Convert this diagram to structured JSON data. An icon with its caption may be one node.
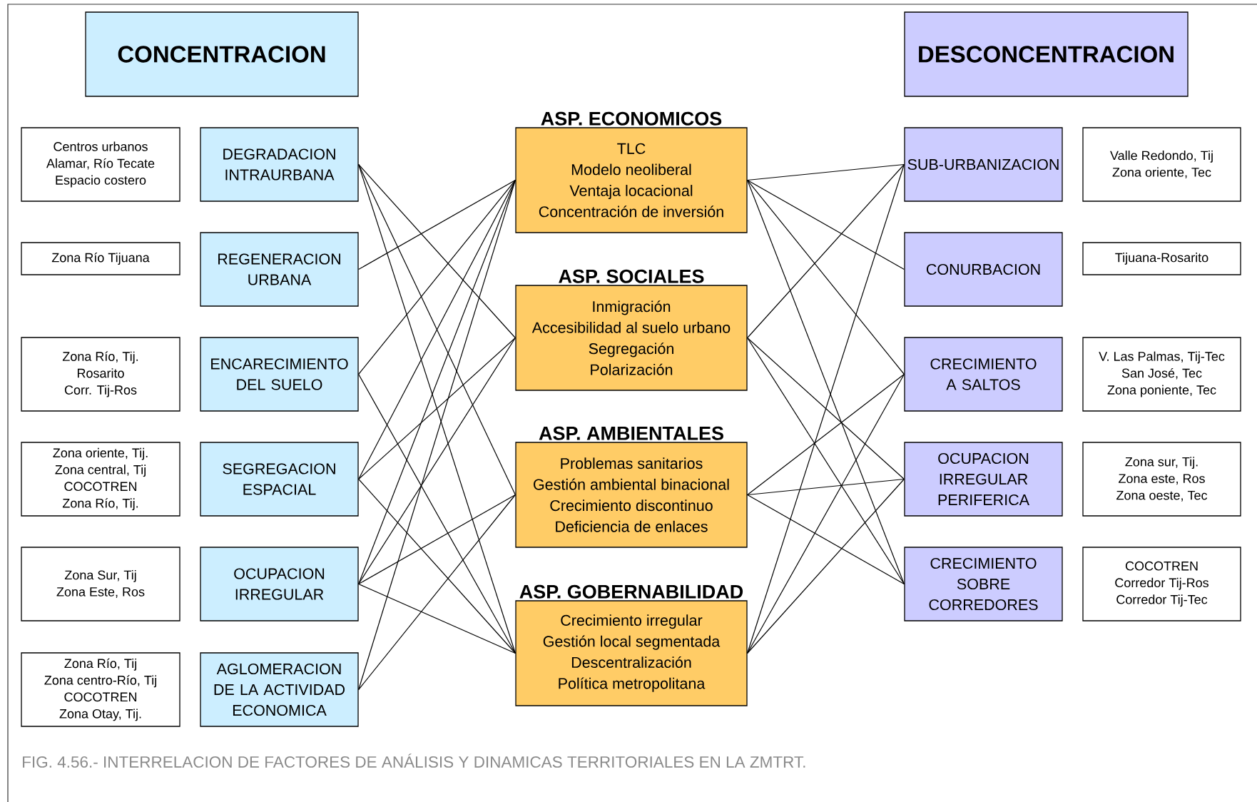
{
  "diagram": {
    "caption": "FIG. 4.56.- INTERRELACION DE FACTORES DE ANÁLISIS Y DINAMICAS TERRITORIALES EN LA ZMTRT.",
    "nodes": [
      {
        "text": [
          "CONCENTRACION"
        ]
      },
      {
        "text": [
          "DESCONCENTRACION"
        ]
      },
      {
        "text": [
          "Centros urbanos",
          "Alamar, Río Tecate",
          "Espacio costero"
        ]
      },
      {
        "text": [
          "Zona Río Tijuana"
        ]
      },
      {
        "text": [
          "Zona Río, Tij.",
          "Rosarito",
          "Corr. Tij-Ros"
        ]
      },
      {
        "text": [
          "Zona oriente, Tij.",
          "Zona central, Tij",
          "COCOTREN",
          "Zona Río, Tij."
        ]
      },
      {
        "text": [
          "Zona Sur, Tij",
          "Zona Este, Ros"
        ]
      },
      {
        "text": [
          "Zona Río, Tij",
          "Zona centro-Río, Tij",
          "COCOTREN",
          "Zona Otay, Tij."
        ]
      },
      {
        "text": [
          "DEGRADACION INTRAURBANA"
        ]
      },
      {
        "text": [
          "REGENERACION URBANA"
        ]
      },
      {
        "text": [
          "ENCARECIMIENTO DEL SUELO"
        ]
      },
      {
        "text": [
          "SEGREGACION ESPACIAL"
        ]
      },
      {
        "text": [
          "OCUPACION IRREGULAR"
        ]
      },
      {
        "text": [
          "AGLOMERACION DE LA ACTIVIDAD ECONOMICA"
        ]
      },
      {
        "text": [
          "ASP. ECONOMICOS",
          "TLC",
          "Modelo neoliberal",
          "Ventaja locacional",
          "Concentración de inversión"
        ]
      },
      {
        "text": [
          "ASP. SOCIALES",
          "Inmigración",
          "Accesibilidad al suelo urbano",
          "Segregación",
          "Polarización"
        ]
      },
      {
        "text": [
          "ASP. AMBIENTALES",
          "Problemas sanitarios",
          "Gestión ambiental binacional",
          "Crecimiento discontinuo",
          "Deficiencia de enlaces"
        ]
      },
      {
        "text": [
          "ASP. GOBERNABILIDAD",
          "Crecimiento irregular",
          "Gestión local segmentada",
          "Descentralización",
          "Política metropolitana"
        ]
      },
      {
        "text": [
          "SUB-URBANIZACION"
        ]
      },
      {
        "text": [
          "CONURBACION"
        ]
      },
      {
        "text": [
          "CRECIMIENTO A SALTOS"
        ]
      },
      {
        "text": [
          "OCUPACION IRREGULAR PERIFERICA"
        ]
      },
      {
        "text": [
          "CRECIMIENTO SOBRE CORREDORES"
        ]
      },
      {
        "text": [
          "Valle Redondo, Tij",
          "Zona oriente, Tec"
        ]
      },
      {
        "text": [
          "Tijuana-Rosarito"
        ]
      },
      {
        "text": [
          "V. Las Palmas, Tij-Tec",
          "San José, Tec",
          "Zona poniente, Tec"
        ]
      },
      {
        "text": [
          "Zona sur, Tij.",
          "Zona este, Ros",
          "Zona oeste, Tec"
        ]
      },
      {
        "text": [
          "COCOTREN",
          "Corredor Tij-Ros",
          "Corredor Tij-Tec"
        ]
      }
    ],
    "edges": [
      {
        "from": 8,
        "to": 15,
        "arrow": "none"
      },
      {
        "from": 8,
        "to": 16,
        "arrow": "none"
      },
      {
        "from": 8,
        "to": 17,
        "arrow": "none"
      },
      {
        "from": 9,
        "to": 14,
        "arrow": "none"
      },
      {
        "from": 10,
        "to": 14,
        "arrow": "none"
      },
      {
        "from": 10,
        "to": 17,
        "arrow": "none"
      },
      {
        "from": 11,
        "to": 14,
        "arrow": "none"
      },
      {
        "from": 11,
        "to": 15,
        "arrow": "none"
      },
      {
        "from": 11,
        "to": 17,
        "arrow": "none"
      },
      {
        "from": 12,
        "to": 14,
        "arrow": "none"
      },
      {
        "from": 12,
        "to": 15,
        "arrow": "none"
      },
      {
        "from": 12,
        "to": 16,
        "arrow": "none"
      },
      {
        "from": 12,
        "to": 17,
        "arrow": "none"
      },
      {
        "from": 13,
        "to": 14,
        "arrow": "none"
      },
      {
        "from": 13,
        "to": 16,
        "arrow": "none"
      },
      {
        "from": 14,
        "to": 18,
        "arrow": "none"
      },
      {
        "from": 14,
        "to": 19,
        "arrow": "none"
      },
      {
        "from": 14,
        "to": 20,
        "arrow": "none"
      },
      {
        "from": 14,
        "to": 22,
        "arrow": "none"
      },
      {
        "from": 15,
        "to": 18,
        "arrow": "none"
      },
      {
        "from": 15,
        "to": 21,
        "arrow": "none"
      },
      {
        "from": 15,
        "to": 22,
        "arrow": "none"
      },
      {
        "from": 16,
        "to": 20,
        "arrow": "none"
      },
      {
        "from": 16,
        "to": 21,
        "arrow": "none"
      },
      {
        "from": 16,
        "to": 22,
        "arrow": "none"
      },
      {
        "from": 17,
        "to": 18,
        "arrow": "none"
      },
      {
        "from": 17,
        "to": 20,
        "arrow": "none"
      },
      {
        "from": 17,
        "to": 21,
        "arrow": "none"
      }
    ]
  }
}
